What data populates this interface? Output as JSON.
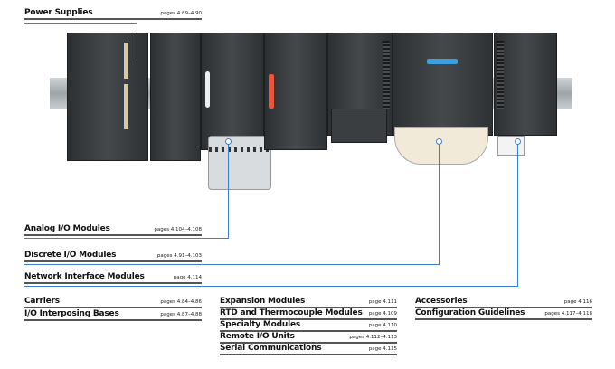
{
  "power_supplies": {
    "label": "Power Supplies",
    "pages": "pages 4.89–4.90"
  },
  "analog": {
    "label": "Analog I/O Modules",
    "pages": "pages 4.104–4.108"
  },
  "discrete": {
    "label": "Discrete I/O Modules",
    "pages": "pages 4.91–4.103"
  },
  "network": {
    "label": "Network Interface Modules",
    "pages": "page 4.114"
  },
  "carriers": {
    "label": "Carriers",
    "pages": "pages 4.84–4.86"
  },
  "interposing": {
    "label": "I/O Interposing Bases",
    "pages": "pages 4.87–4.88"
  },
  "expansion": {
    "label": "Expansion Modules",
    "pages": "page 4.111"
  },
  "rtd": {
    "label": "RTD and Thermocouple Modules",
    "pages": "page 4.109"
  },
  "specialty": {
    "label": "Specialty Modules",
    "pages": "page 4.110"
  },
  "remote": {
    "label": "Remote I/O Units",
    "pages": "pages 4.112–4.113"
  },
  "serial": {
    "label": "Serial Communications",
    "pages": "page 4.115"
  },
  "accessories": {
    "label": "Accessories",
    "pages": "page 4.116"
  },
  "config": {
    "label": "Configuration Guidelines",
    "pages": "pages 4.117–4.118"
  },
  "colors": {
    "callout": "#3c7fd0",
    "rule": "#555555"
  }
}
